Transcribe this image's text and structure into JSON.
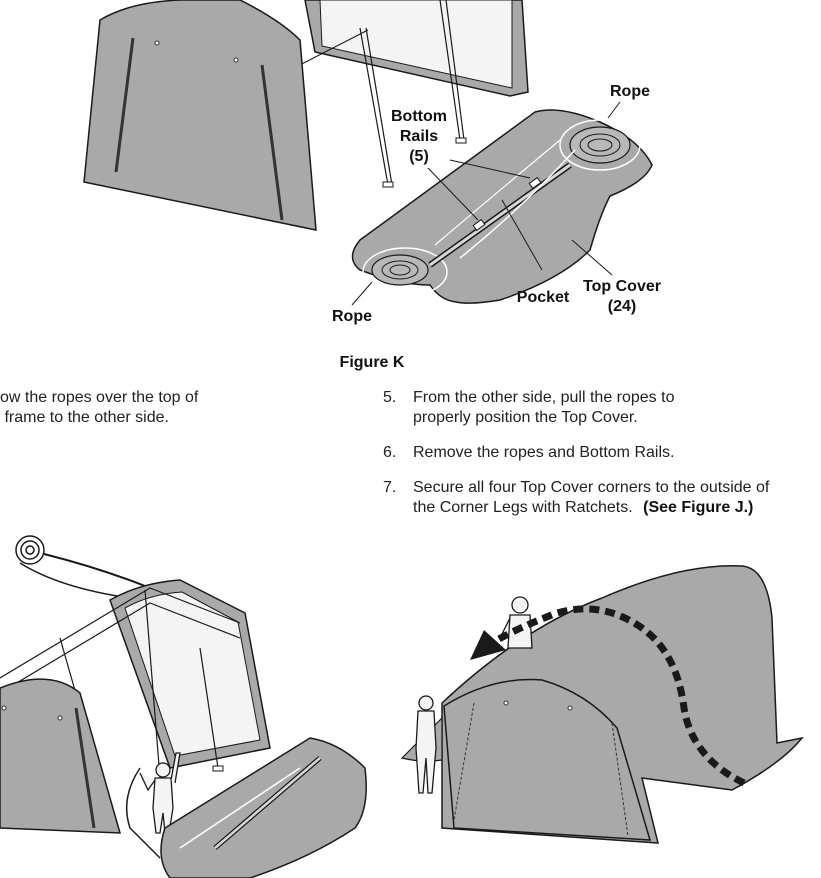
{
  "figure_k": {
    "caption": "Figure K",
    "labels": {
      "rope_top": "Rope",
      "bottom_rails_line1": "Bottom",
      "bottom_rails_line2": "Rails",
      "bottom_rails_qty": "(5)",
      "top_cover_line1": "Top Cover",
      "top_cover_qty": "(24)",
      "pocket": "Pocket",
      "rope_bottom": "Rope"
    }
  },
  "instructions": {
    "step4": {
      "line1": "ow the ropes over the top of",
      "line2": " frame to the other side."
    },
    "steps": [
      {
        "number": "5.",
        "line1": "From the other side, pull the ropes to",
        "line2": "properly position the Top Cover."
      },
      {
        "number": "6.",
        "line1": "Remove the ropes and Bottom Rails.",
        "line2": ""
      },
      {
        "number": "7.",
        "line1": "Secure all four Top Cover corners to the outside of",
        "line2_text": "the Corner Legs with Ratchets.",
        "line2_ref": "(See Figure J.)"
      }
    ]
  },
  "colors": {
    "cover_gray": "#a9a9a9",
    "frame_white": "#f4f4f4",
    "outline": "#1a1a1a",
    "arrow": "#1a1a1a"
  }
}
